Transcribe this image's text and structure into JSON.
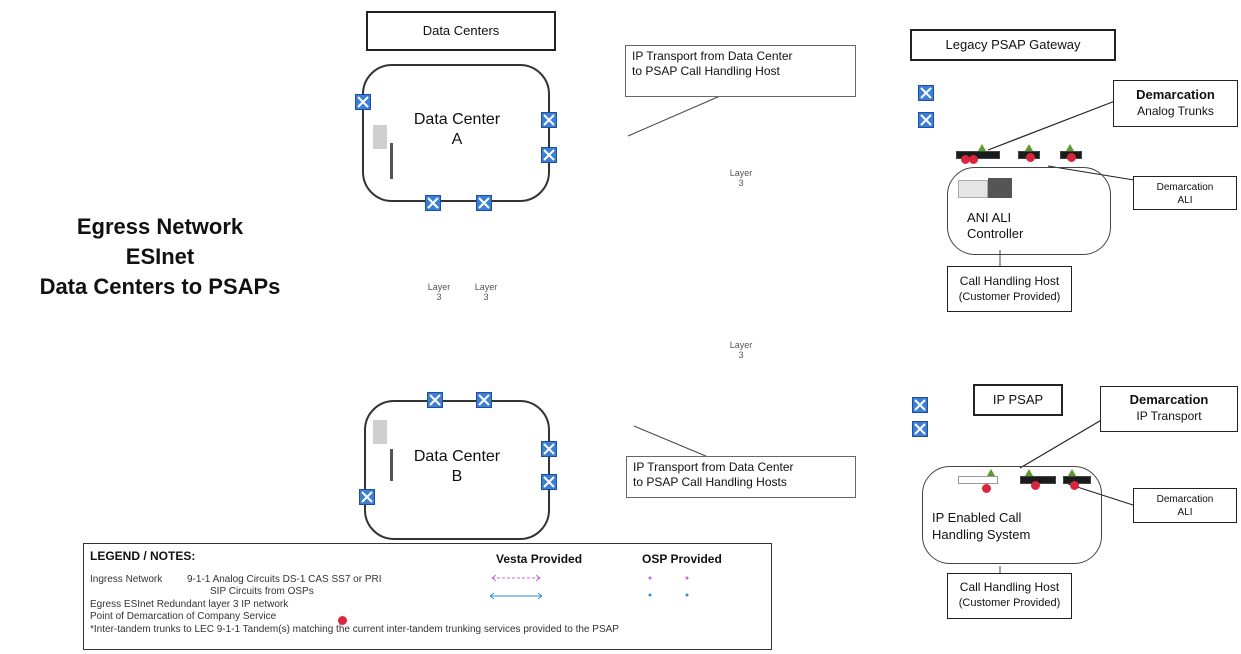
{
  "page_title": {
    "line1": "Egress Network",
    "line2": "ESInet",
    "line3": "Data Centers to PSAPs"
  },
  "data_centers_box": "Data Centers",
  "data_center_a": {
    "line1": "Data Center",
    "line2": "A"
  },
  "data_center_b": {
    "line1": "Data Center",
    "line2": "B"
  },
  "callout_top": {
    "line1": "IP Transport from Data Center",
    "line2": "to PSAP Call Handling Host"
  },
  "callout_bottom": {
    "line1": "IP Transport from Data Center",
    "line2": "to PSAP Call Handling Hosts"
  },
  "layers": [
    {
      "line1": "Layer",
      "line2": "3"
    },
    {
      "line1": "Layer",
      "line2": "3"
    },
    {
      "line1": "Layer",
      "line2": "3"
    },
    {
      "line1": "Layer",
      "line2": "3"
    }
  ],
  "legacy_psap": {
    "title": "Legacy PSAP Gateway",
    "demarc_title": "Demarcation",
    "demarc_sub": "Analog Trunks",
    "demarc_ali_title": "Demarcation",
    "demarc_ali_sub": "ALI",
    "controller_line1": "ANI ALI",
    "controller_line2": "Controller",
    "host_line1": "Call Handling Host",
    "host_line2": "(Customer Provided)"
  },
  "ip_psap": {
    "title": "IP PSAP",
    "demarc_title": "Demarcation",
    "demarc_sub": "IP Transport",
    "demarc_ali_title": "Demarcation",
    "demarc_ali_sub": "ALI",
    "system_line1": "IP Enabled Call",
    "system_line2": "Handling System",
    "host_line1": "Call Handling Host",
    "host_line2": "(Customer Provided)"
  },
  "legend": {
    "title": "LEGEND / NOTES:",
    "col_vesta": "Vesta Provided",
    "col_osp": "OSP Provided",
    "ingress_label": "Ingress Network",
    "ingress_line1": "9-1-1 Analog Circuits  DS-1 CAS  SS7  or PRI",
    "ingress_line2": "SIP Circuits from OSPs",
    "egress_line": "Egress ESInet  Redundant layer 3 IP network",
    "demarc_line": "Point of Demarcation of Company Service",
    "note_line": "*Inter-tandem trunks to LEC 9-1-1 Tandem(s) matching the current inter-tandem trunking services provided to the PSAP"
  },
  "colors": {
    "icon_blue": "#3b7fd6",
    "demarc_red": "#d9263c",
    "analog_pink": "#c86ad8",
    "sip_blue": "#2f8fd0"
  }
}
